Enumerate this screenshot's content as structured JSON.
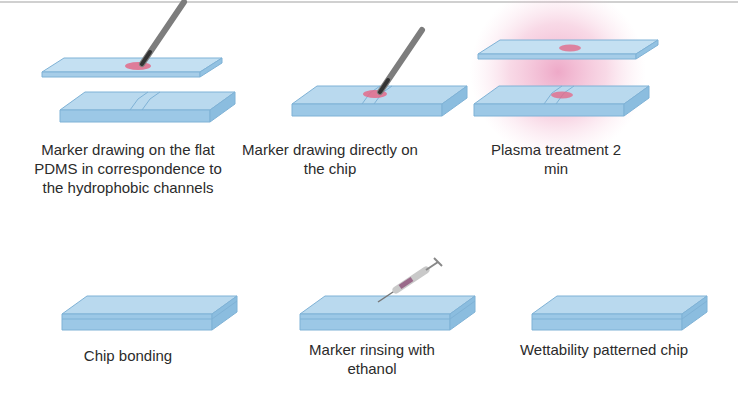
{
  "diagram": {
    "labels": [
      "Marker drawing on the flat PDMS in correspondence to the hydrophobic channels",
      "Marker drawing directly on the chip",
      "Plasma treatment 2 min",
      "Chip bonding",
      "Marker rinsing with ethanol",
      "Wettability patterned chip"
    ]
  }
}
